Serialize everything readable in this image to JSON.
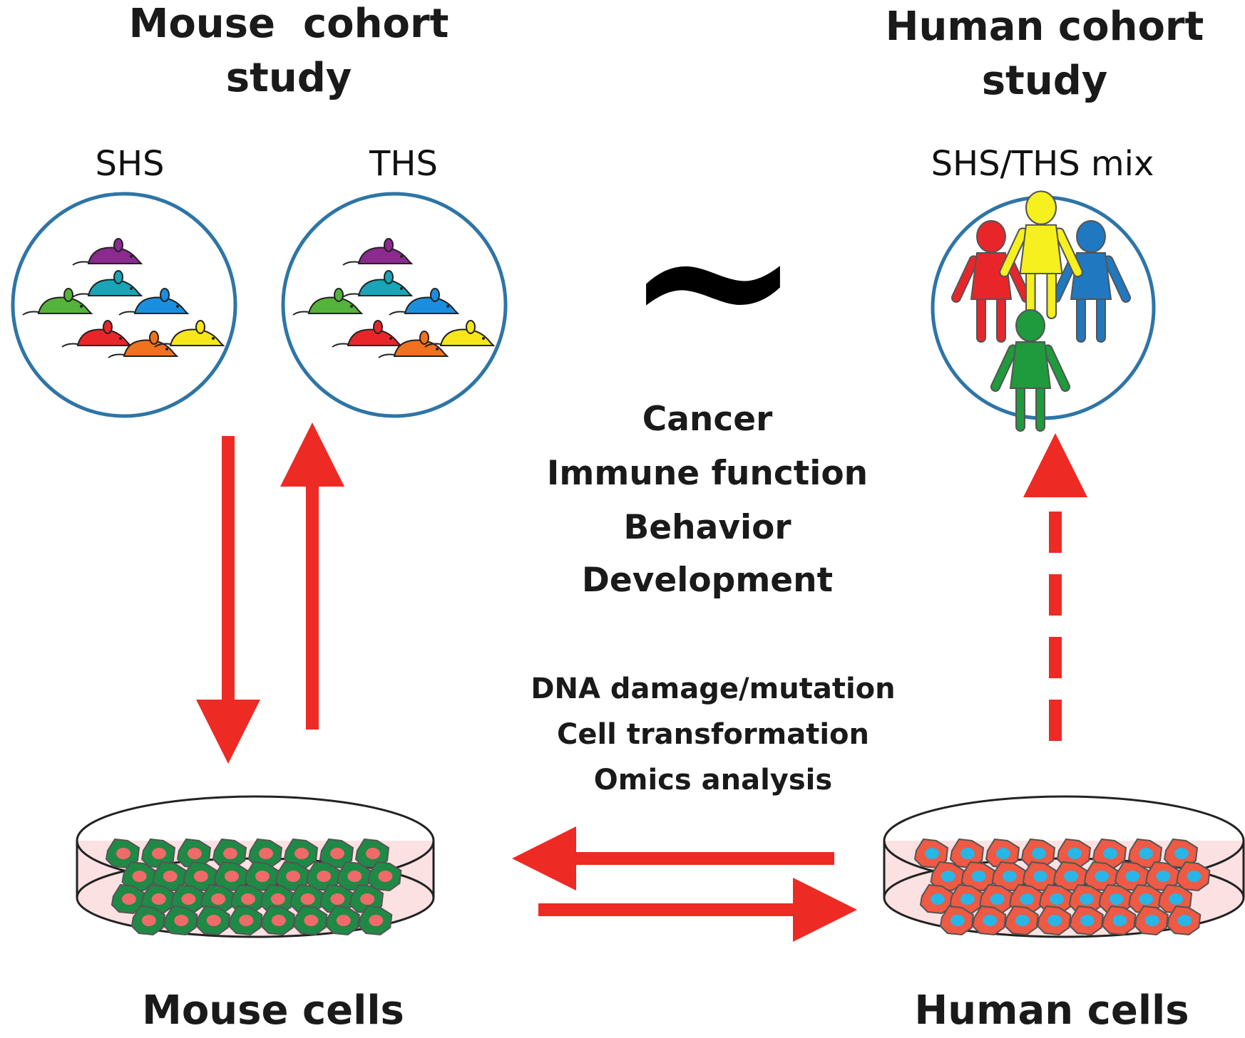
{
  "mouse_cohort": {
    "title_line1": "Mouse  cohort",
    "title_line2": "study",
    "group_shs": "SHS",
    "group_ths": "THS"
  },
  "human_cohort": {
    "title_line1": "Human cohort",
    "title_line2": "study",
    "group_mix": "SHS/THS mix"
  },
  "similarity_symbol": "~",
  "outcomes": [
    "Cancer",
    "Immune function",
    "Behavior",
    "Development"
  ],
  "assays": [
    "DNA damage/mutation",
    "Cell transformation",
    "Omics analysis"
  ],
  "mouse_cells_label": "Mouse cells",
  "human_cells_label": "Human cells",
  "colors": {
    "circle_stroke": "#2e75a6",
    "arrow": "#ee2a24",
    "dish_fill": "#fbe1e1",
    "mouse_cell_outer": "#1f8a45",
    "mouse_cell_inner": "#f06a6a",
    "human_cell_outer": "#ee5a44",
    "human_cell_inner": "#27b6e6",
    "mice": [
      "#8b2a8f",
      "#55b33b",
      "#1aa4b8",
      "#1a8fe0",
      "#e8262a",
      "#f0721e",
      "#f6e61a"
    ],
    "people": [
      "#e8262a",
      "#f6f01e",
      "#1f78c0",
      "#1f9a3c"
    ]
  }
}
